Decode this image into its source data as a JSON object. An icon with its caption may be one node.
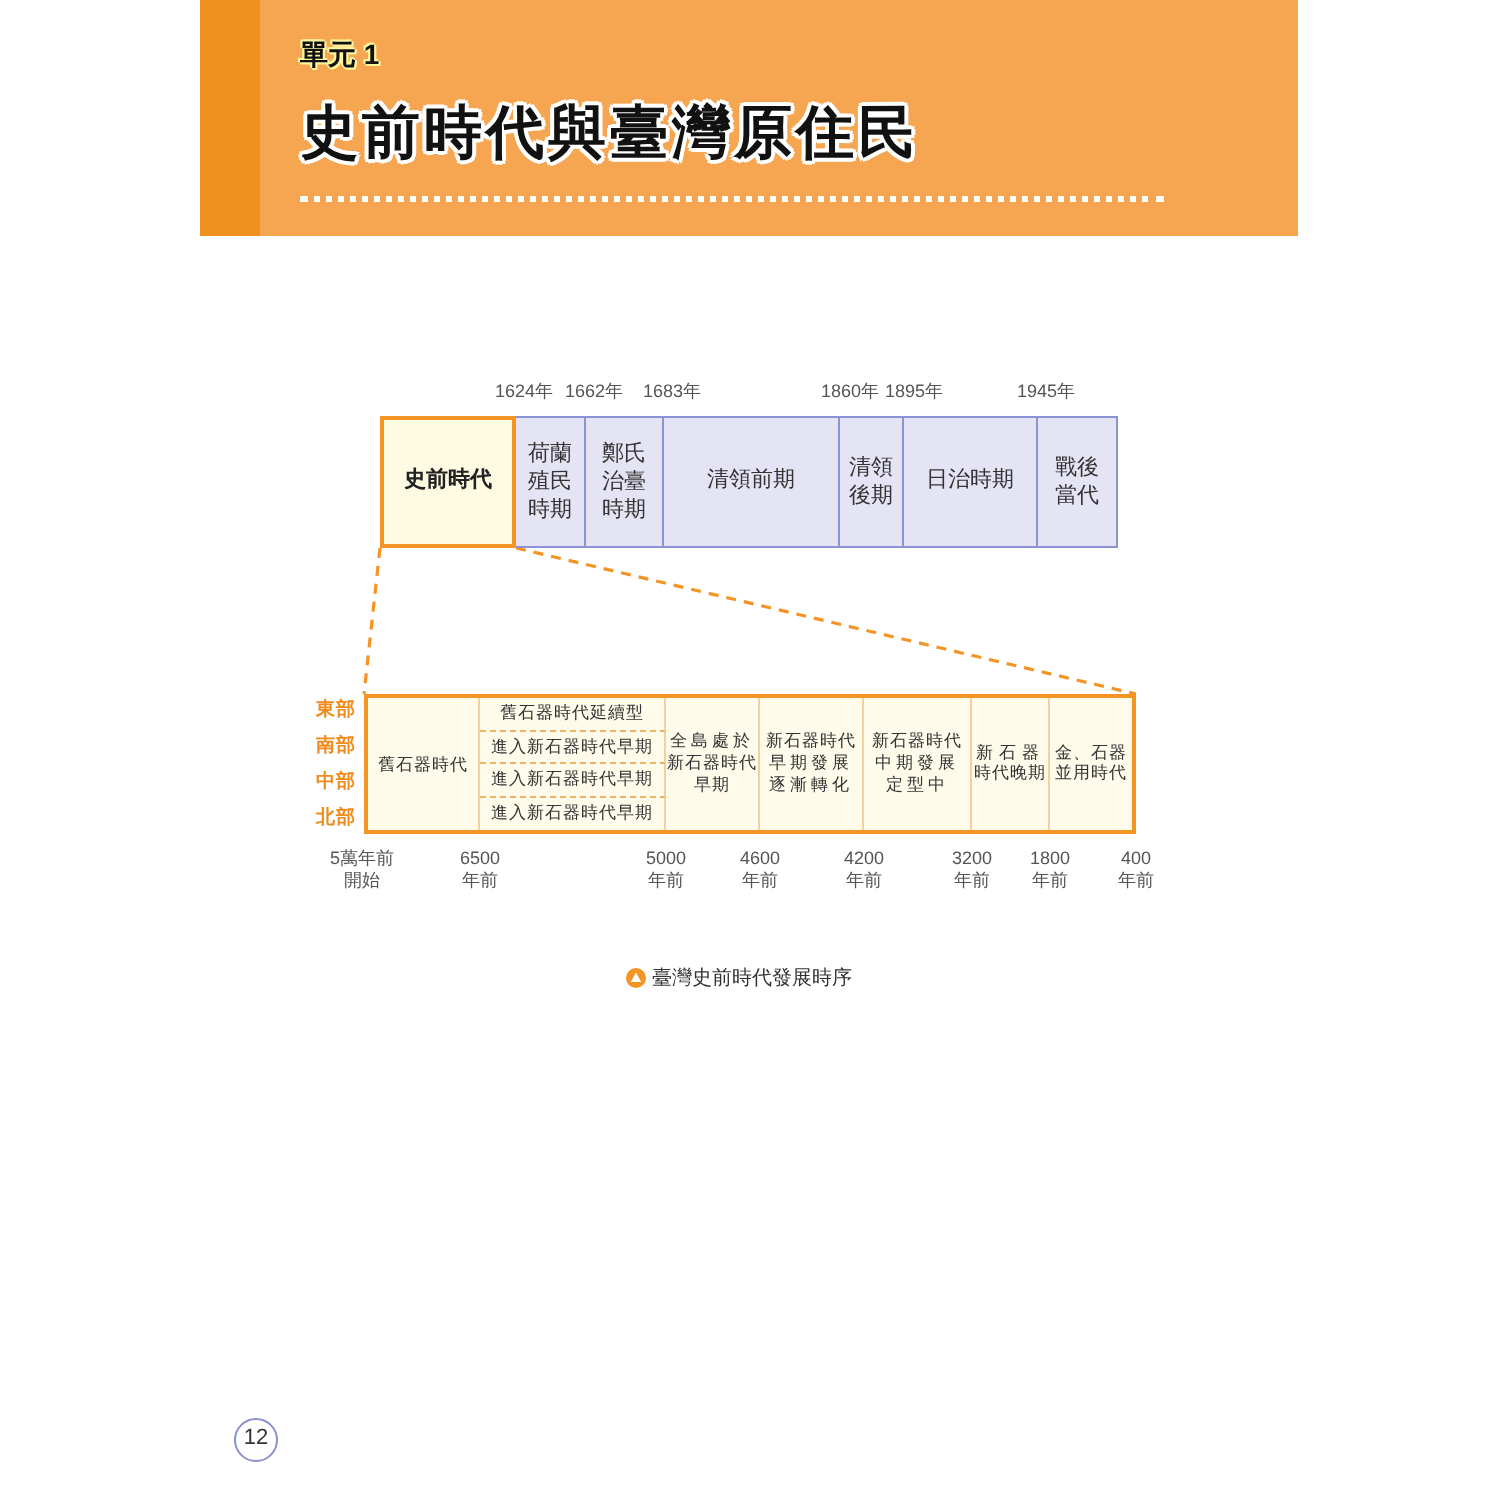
{
  "diagram": {
    "title": "史前時代與臺灣原住民",
    "caption": "臺灣史前時代發展時序",
    "nodes": [
      {
        "text": [
          "史前時代"
        ]
      },
      {
        "text": [
          "荷蘭殖民時期"
        ]
      },
      {
        "text": [
          "鄭氏治臺時期"
        ]
      },
      {
        "text": [
          "清領前期"
        ]
      },
      {
        "text": [
          "清領後期"
        ]
      },
      {
        "text": [
          "日治時期"
        ]
      },
      {
        "text": [
          "戰後當代"
        ]
      },
      {
        "text": [],
        "shape": "box"
      },
      {
        "text": [
          "舊石器時代"
        ],
        "in": 7
      },
      {
        "text": [
          "舊石器時代延續型"
        ],
        "in": 7
      },
      {
        "text": [
          "進入新石器時代早期"
        ],
        "in": 7
      },
      {
        "text": [
          "進入新石器時代早期"
        ],
        "in": 7
      },
      {
        "text": [
          "進入新石器時代早期"
        ],
        "in": 7
      },
      {
        "text": [
          "全島處於新石器時代早期"
        ],
        "in": 7
      },
      {
        "text": [
          "新石器時代早期發展逐漸轉化"
        ],
        "in": 7
      },
      {
        "text": [
          "新石器時代中期發展定型中"
        ],
        "in": 7
      },
      {
        "text": [
          "新石器時代晚期"
        ],
        "in": 7
      },
      {
        "text": [
          "金、石器並用時代"
        ],
        "in": 7
      }
    ],
    "edges": [
      {
        "from": 0,
        "to": 7,
        "arrow": "none",
        "style": "dashed"
      },
      {
        "from": 0,
        "to": 7,
        "arrow": "none",
        "style": "dashed"
      }
    ],
    "labels": [
      "單元 1",
      "1624年",
      "1662年",
      "1683年",
      "1860年",
      "1895年",
      "1945年",
      "東部",
      "南部",
      "中部",
      "北部",
      "5萬年前開始",
      "6500年前",
      "5000年前",
      "4600年前",
      "4200年前",
      "3200年前",
      "1800年前",
      "400年前",
      "12"
    ]
  }
}
